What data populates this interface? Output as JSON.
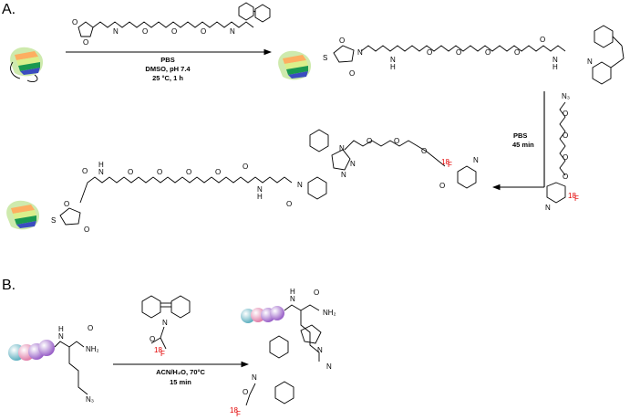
{
  "panel_a": {
    "label": "A.",
    "step1": {
      "line1": "PBS",
      "line2": "DMSO, pH 7.4",
      "line3": "25 °C, 1 h"
    },
    "step2": {
      "line1": "PBS",
      "line2": "45 min"
    },
    "atoms": {
      "S": "S",
      "O": "O",
      "N": "N",
      "H": "H",
      "N3": "N₃",
      "F18_mass": "18",
      "F18_el": "F"
    }
  },
  "panel_b": {
    "label": "B.",
    "step": {
      "line1": "ACN/H₂O, 70°C",
      "line2": "15 min"
    },
    "atoms": {
      "NH2": "NH₂",
      "N3": "N₃",
      "N": "N",
      "H": "H",
      "O": "O",
      "F18_mass": "18",
      "F18_el": "F"
    }
  },
  "colors": {
    "radiolabel": "#e30000",
    "bead_pink": "#e07ea8",
    "bead_teal": "#5fb0c0",
    "bead_purple": "#9a62c8"
  }
}
